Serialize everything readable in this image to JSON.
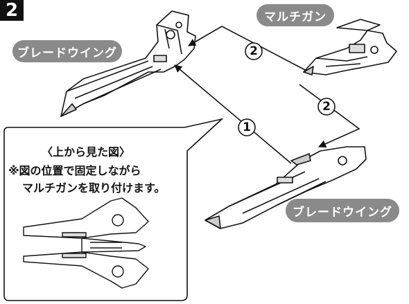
{
  "step_number": "2",
  "labels": {
    "blade_wing_top": "ブレードウイング",
    "multi_gun": "マルチガン",
    "blade_wing_bottom": "ブレードウイング"
  },
  "steps": {
    "step_a": "2",
    "step_b": "2",
    "step_c": "1"
  },
  "inset": {
    "title": "〈上から見た図〉",
    "note_line1": "※図の位置で固定しながら",
    "note_line2": "マルチガンを取り付けます。"
  }
}
